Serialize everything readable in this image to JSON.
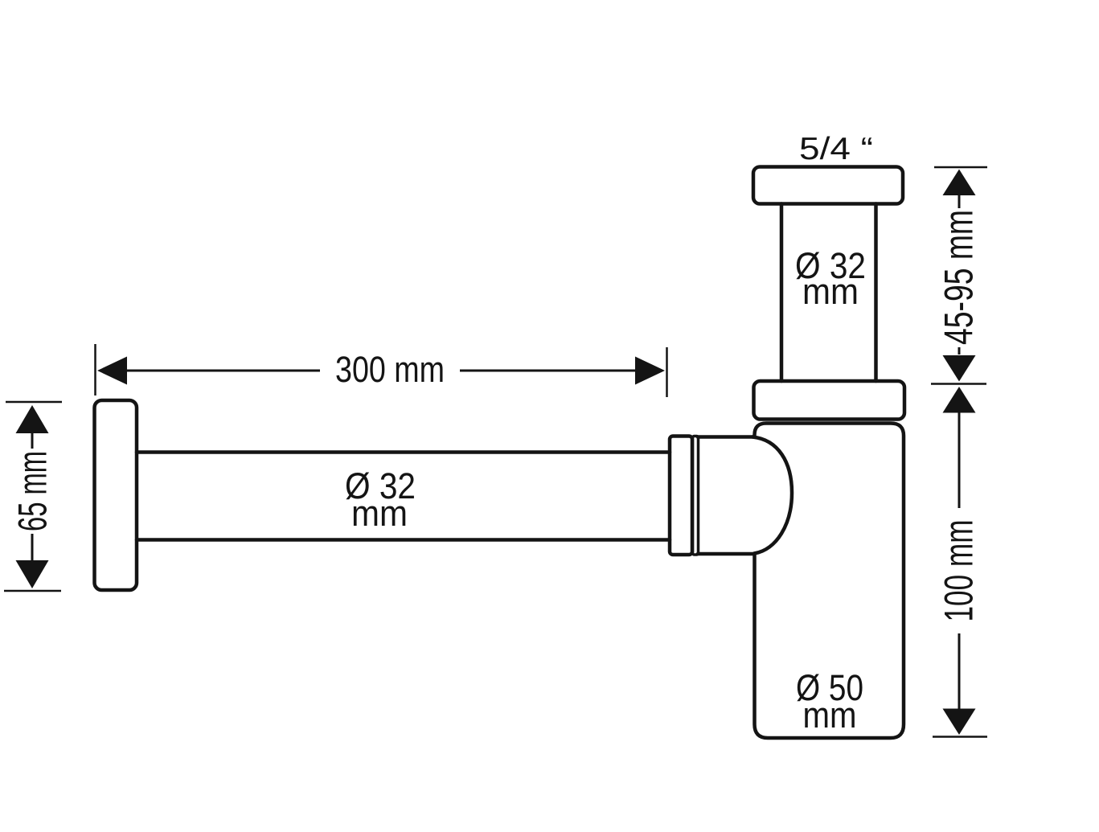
{
  "diagram": {
    "labels": {
      "thread_size": "5/4 “",
      "riser_diameter": "Ø 32",
      "riser_diameter_unit": "mm",
      "riser_height_range": "45-95 mm",
      "tube_length": "300 mm",
      "tube_diameter": "Ø 32",
      "tube_diameter_unit": "mm",
      "flange_height": "65 mm",
      "body_height": "100 mm",
      "body_diameter": "Ø 50",
      "body_diameter_unit": "mm"
    },
    "colors": {
      "line": "#141414",
      "background": "#ffffff"
    }
  }
}
